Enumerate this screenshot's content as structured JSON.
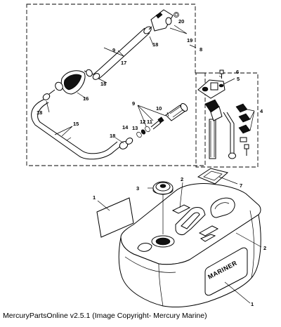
{
  "callouts": {
    "c1a": "1",
    "c1b": "1",
    "c2a": "2",
    "c2b": "2",
    "c3": "3",
    "c4": "4",
    "c5": "5",
    "c6": "6",
    "c7": "7",
    "c8": "8",
    "c9a": "9",
    "c9b": "9",
    "c10": "10",
    "c11": "11",
    "c12": "12",
    "c13": "13",
    "c14": "14",
    "c15": "15",
    "c16": "16",
    "c17": "17",
    "c18a": "18",
    "c18b": "18",
    "c18c": "18",
    "c18d": "18",
    "c19": "19",
    "c20": "20"
  },
  "tank_brand": "MARINER",
  "footer": {
    "copyright": "MercuryPartsOnline v2.5.1 (Image Copyright- Mercury Marine)"
  }
}
